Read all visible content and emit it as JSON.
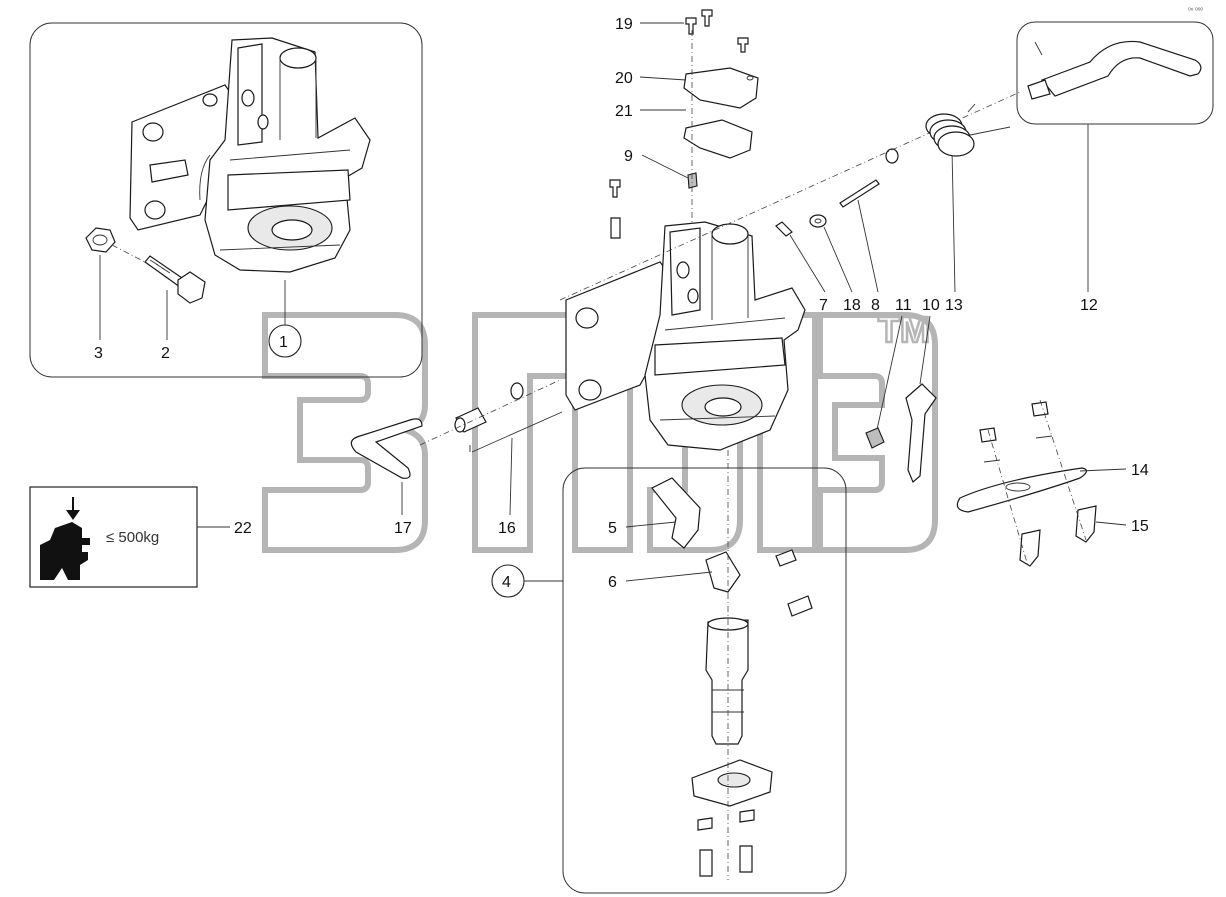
{
  "callouts": {
    "c1": "1",
    "c2": "2",
    "c3": "3",
    "c4": "4",
    "c5": "5",
    "c6": "6",
    "c7": "7",
    "c8": "8",
    "c9": "9",
    "c10": "10",
    "c11": "11",
    "c12": "12",
    "c13": "13",
    "c14": "14",
    "c15": "15",
    "c16": "16",
    "c17": "17",
    "c18": "18",
    "c19": "19",
    "c20": "20",
    "c21": "21",
    "c22": "22"
  },
  "watermark": {
    "mark": "TM"
  },
  "sticker": {
    "load_text": "≤ 500kg"
  },
  "corner_mark": "ᵒⁿ ᵒᵒᵒ"
}
